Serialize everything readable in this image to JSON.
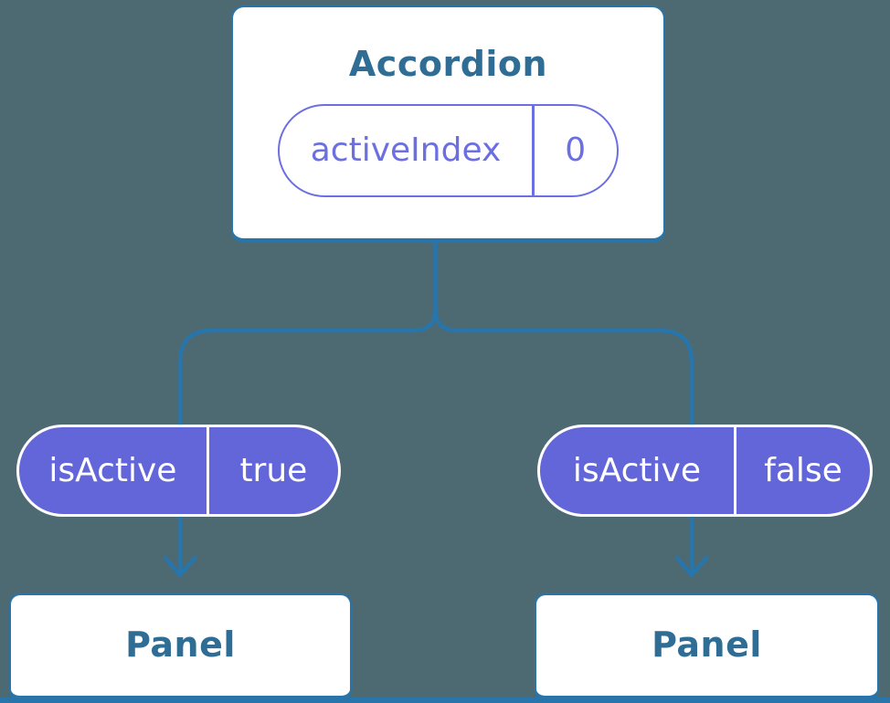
{
  "colors": {
    "background": "#4d6a73",
    "line": "#2775ab",
    "heading_text": "#2f6d94",
    "card_bg": "#ffffff",
    "pill_fill": "#6366d8",
    "pill_outline": "#6c6fe2",
    "pill_text_on_fill": "#ffffff"
  },
  "tree": {
    "root": {
      "title": "Accordion",
      "state_pill": {
        "name": "activeIndex",
        "value": "0"
      }
    },
    "children": [
      {
        "prop_pill": {
          "name": "isActive",
          "value": "true"
        },
        "title": "Panel"
      },
      {
        "prop_pill": {
          "name": "isActive",
          "value": "false"
        },
        "title": "Panel"
      }
    ]
  }
}
